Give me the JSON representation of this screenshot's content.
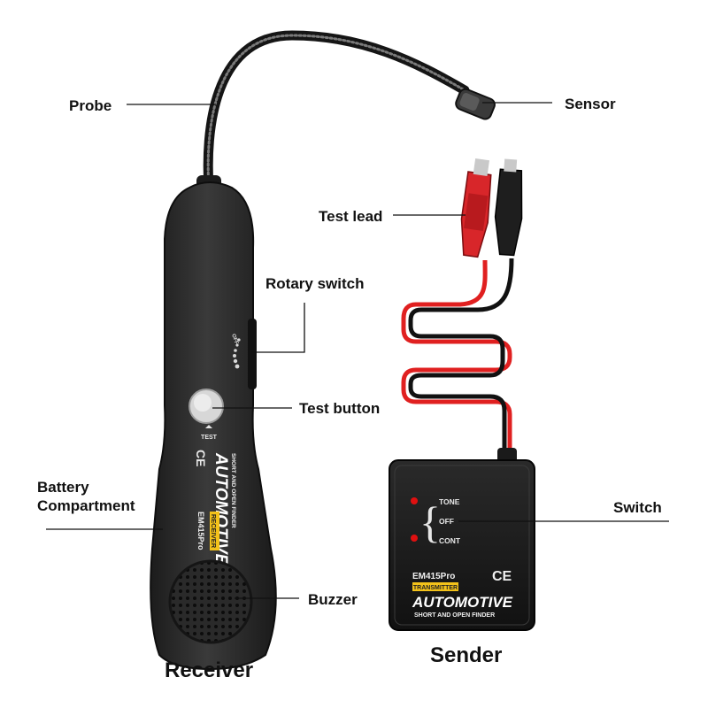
{
  "callouts": {
    "probe": "Probe",
    "sensor": "Sensor",
    "test_lead": "Test lead",
    "rotary_switch": "Rotary switch",
    "test_button": "Test button",
    "battery_compartment": [
      "Battery",
      "Compartment"
    ],
    "switch": "Switch",
    "buzzer": "Buzzer"
  },
  "captions": {
    "receiver": "Receiver",
    "sender": "Sender"
  },
  "receiver_device": {
    "model": "EM415Pro",
    "badge": "RECEIVER",
    "brand": "AUTOMOTIVE",
    "subtitle": "SHORT AND OPEN FINDER",
    "ce_mark": "CE",
    "test_label": "TEST",
    "dial_label": "OFF",
    "badge_color": "#f3c21a",
    "body_color": "#2b2b2b"
  },
  "sender_device": {
    "model": "EM415Pro",
    "badge": "TRANSMITTER",
    "brand": "AUTOMOTIVE",
    "subtitle": "SHORT AND OPEN FINDER",
    "ce_mark": "CE",
    "switch_positions": [
      "TONE",
      "OFF",
      "CONT"
    ],
    "badge_color": "#f3c21a",
    "led_color": "#e01010",
    "body_color": "#1e1e1e"
  },
  "wire_colors": {
    "red": "#e02020",
    "black": "#111111"
  }
}
